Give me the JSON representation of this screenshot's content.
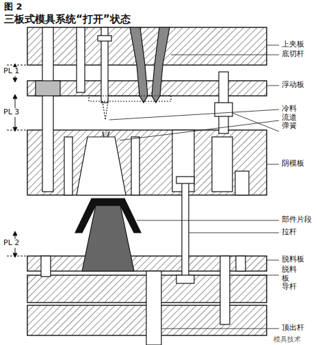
{
  "diagram": {
    "title": "三板式模具系统“打开”状态",
    "labels": [
      "图 2",
      "PL 1",
      "PL 3",
      "PL 2",
      "上夹板",
      "底切杆",
      "浮动板",
      "冷料 流道 弹簧",
      "阴模板",
      "部件片段",
      "拉杆",
      "脱料板",
      "脱料板 导杆",
      "顶出杆",
      "模具技术"
    ]
  }
}
